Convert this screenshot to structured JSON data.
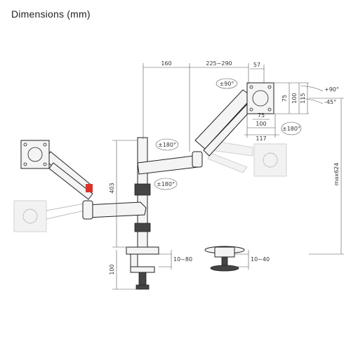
{
  "title": "Dimensions (mm)",
  "dimensions": {
    "d160": "160",
    "d225_290": "225~290",
    "d57": "57",
    "d75_top": "75",
    "d100_right": "100",
    "d115": "115",
    "d75_bottom": "75",
    "d100_bottom": "100",
    "d117": "117",
    "d403": "403",
    "max624": "max624",
    "d100_left": "100",
    "clamp_range": "10~80",
    "grommet_range": "10~40"
  },
  "rotations": {
    "tilt_up": "+90°",
    "tilt_down": "-45°",
    "swivel_top": "±90°",
    "swivel_mid": "±180°",
    "swivel_base": "±180°",
    "rotate_right": "±180°"
  }
}
